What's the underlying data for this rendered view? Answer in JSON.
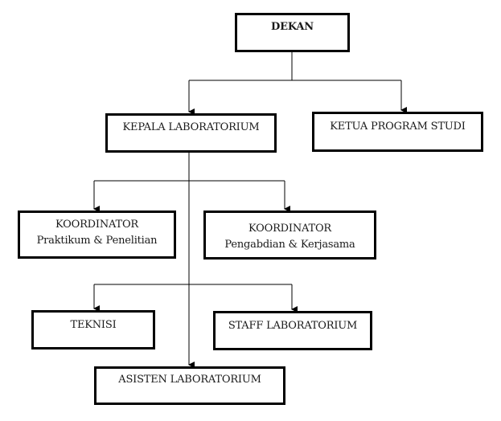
{
  "diagram": {
    "type": "organizational-chart",
    "nodes": {
      "dekan": {
        "lines": [
          "DEKAN"
        ]
      },
      "kepala_laboratorium": {
        "lines": [
          "KEPALA LABORATORIUM"
        ]
      },
      "ketua_program_studi": {
        "lines": [
          "KETUA PROGRAM STUDI"
        ]
      },
      "koordinator_praktikum": {
        "lines": [
          "KOORDINATOR",
          "Praktikum & Penelitian"
        ]
      },
      "koordinator_pengabdian": {
        "lines": [
          "KOORDINATOR",
          "Pengabdian & Kerjasama"
        ]
      },
      "teknisi": {
        "lines": [
          "TEKNISI"
        ]
      },
      "staff_laboratorium": {
        "lines": [
          "STAFF LABORATORIUM"
        ]
      },
      "asisten_laboratorium": {
        "lines": [
          "ASISTEN LABORATORIUM"
        ]
      }
    },
    "edges": [
      {
        "from": "dekan",
        "to": "kepala_laboratorium"
      },
      {
        "from": "dekan",
        "to": "ketua_program_studi"
      },
      {
        "from": "kepala_laboratorium",
        "to": "koordinator_praktikum"
      },
      {
        "from": "kepala_laboratorium",
        "to": "koordinator_pengabdian"
      },
      {
        "from": "kepala_laboratorium",
        "to": "teknisi"
      },
      {
        "from": "kepala_laboratorium",
        "to": "staff_laboratorium"
      },
      {
        "from": "kepala_laboratorium",
        "to": "asisten_laboratorium"
      }
    ],
    "colors": {
      "box_border": "#000000",
      "line": "#000000",
      "background": "#ffffff"
    }
  }
}
